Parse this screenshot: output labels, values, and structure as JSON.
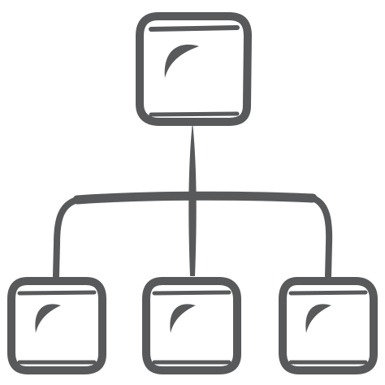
{
  "icon": {
    "name": "hierarchy-structure-icon",
    "stroke_color": "#58595b",
    "background": "#ffffff",
    "nodes": [
      {
        "role": "parent",
        "icon": "rounded-square-node-icon"
      },
      {
        "role": "child-left",
        "icon": "rounded-square-node-icon"
      },
      {
        "role": "child-middle",
        "icon": "rounded-square-node-icon"
      },
      {
        "role": "child-right",
        "icon": "rounded-square-node-icon"
      }
    ]
  }
}
